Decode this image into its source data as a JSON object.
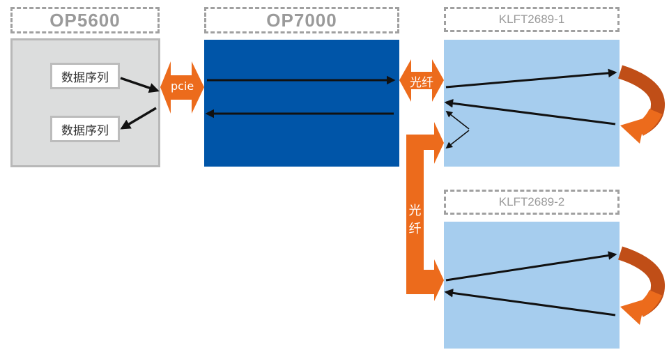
{
  "nodes": {
    "op5600": {
      "title": "OP5600",
      "seq_in": "数据序列",
      "seq_out": "数据序列"
    },
    "op7000": {
      "title": "OP7000"
    },
    "klft1": {
      "title": "KLFT2689-1"
    },
    "klft2": {
      "title": "KLFT2689-2"
    }
  },
  "links": {
    "pcie": "pcie",
    "fiber_1": "光纤",
    "fiber_2_char1": "光",
    "fiber_2_char2": "纤"
  },
  "colors": {
    "op7000_fill": "#0055a8",
    "klft_fill": "#a6cdee",
    "op5600_fill": "#dcdddd",
    "link_orange": "#ec6b1c",
    "loop_dark": "#c04e17"
  }
}
